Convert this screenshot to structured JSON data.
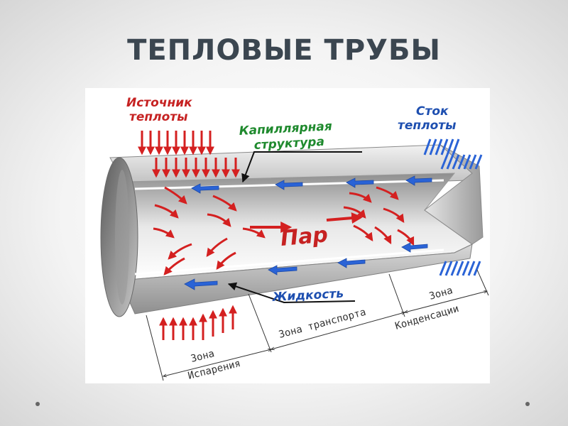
{
  "slide": {
    "title": "ТЕПЛОВЫЕ ТРУБЫ"
  },
  "diagram": {
    "heat_source": [
      "Источник",
      "теплоты"
    ],
    "capillary": [
      "Капиллярная",
      "структура"
    ],
    "heat_sink": [
      "Сток",
      "теплоты"
    ],
    "vapor": "Пар",
    "liquid": "Жидкость",
    "zone_evaporation": [
      "Зона",
      "Испарения"
    ],
    "zone_transport": "Зона транспорта",
    "zone_condensation": [
      "Зона",
      "Конденсации"
    ]
  },
  "colors": {
    "heat_arrows": "#d42020",
    "liquid_arrows": "#2a63d6",
    "capillary_label": "#1f8a2e",
    "pipe_wall": "#c9c9c9"
  }
}
